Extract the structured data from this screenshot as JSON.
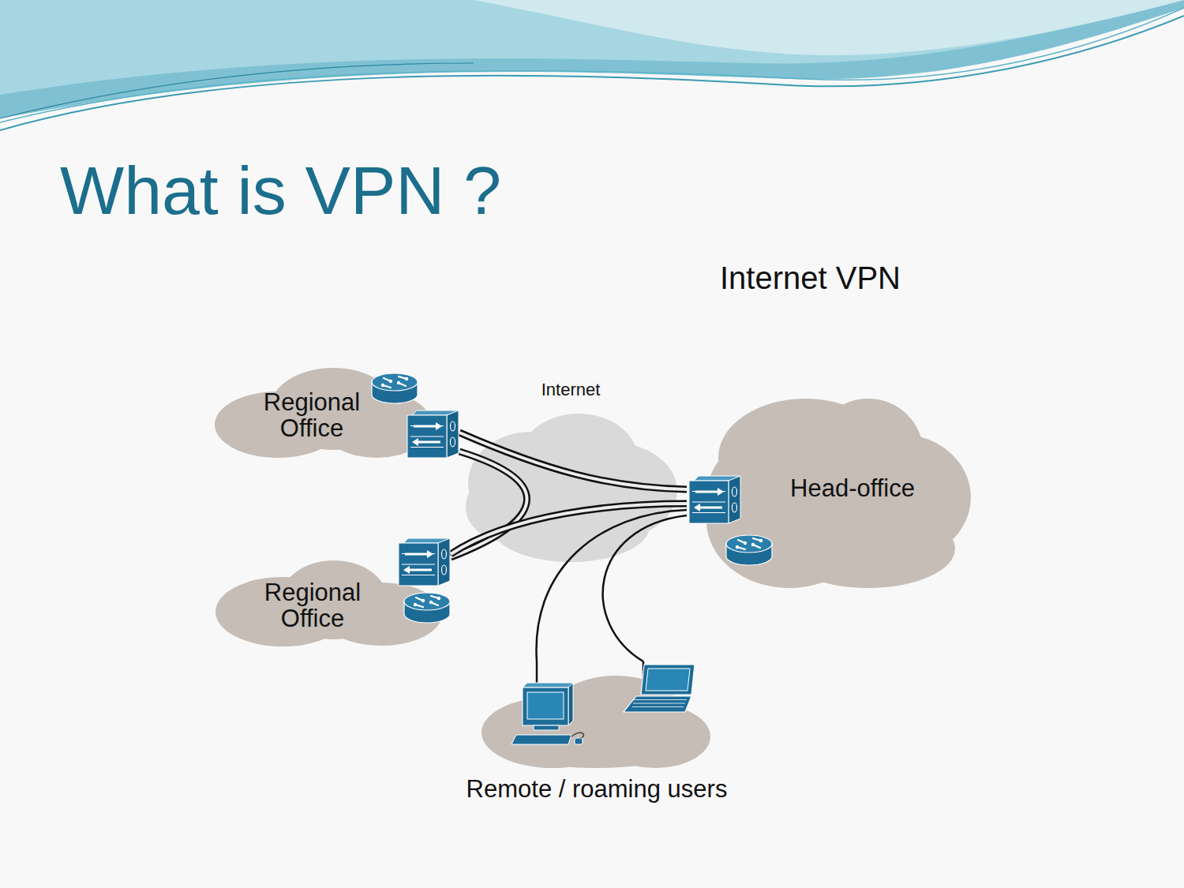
{
  "diagram": {
    "title": "What is VPN ?",
    "nodes": [
      {
        "text": [
          "Regional Office"
        ]
      },
      {
        "text": [
          "Regional Office"
        ]
      },
      {
        "text": [
          "Internet"
        ]
      },
      {
        "text": [
          "Head-office"
        ]
      },
      {
        "text": [
          "Remote / roaming users"
        ]
      }
    ],
    "edges": [
      {
        "from": 0,
        "to": 3,
        "arrow": "none"
      },
      {
        "from": 0,
        "to": 1,
        "arrow": "none"
      },
      {
        "from": 1,
        "to": 3,
        "arrow": "none"
      },
      {
        "from": 4,
        "to": 3,
        "arrow": "none"
      },
      {
        "from": 4,
        "to": 3,
        "arrow": "none"
      }
    ],
    "labels": [
      "Internet VPN"
    ]
  }
}
